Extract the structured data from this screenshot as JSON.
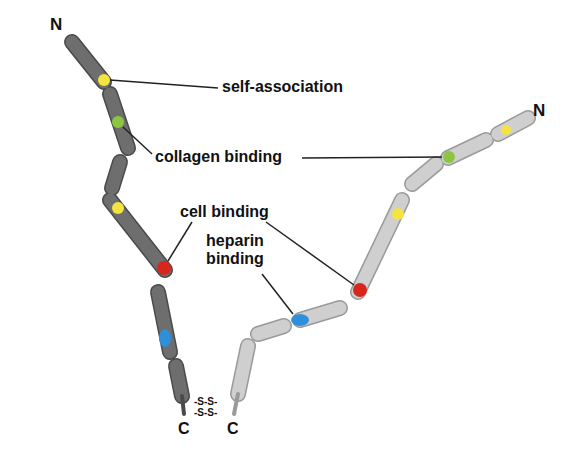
{
  "diagram": {
    "labels": [
      "N",
      "N",
      "self-association",
      "collagen binding",
      "cell binding",
      "heparin binding",
      "C",
      "C",
      "-S-S-",
      "-S-S-"
    ]
  }
}
